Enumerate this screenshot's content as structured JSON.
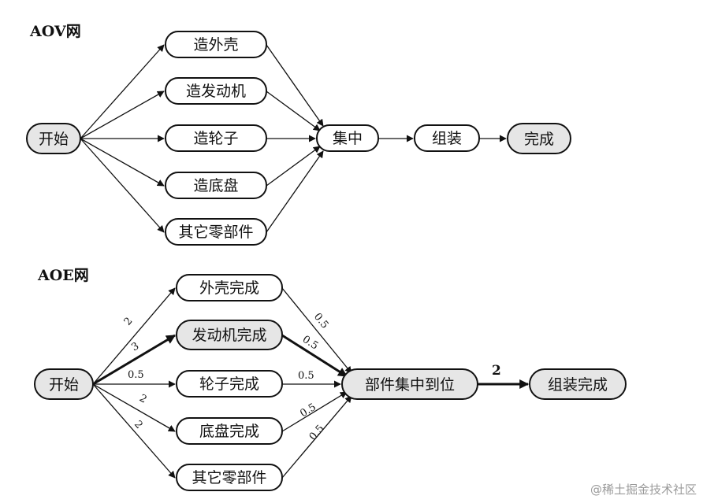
{
  "aov": {
    "title": "AOV网",
    "nodes": {
      "start": "开始",
      "shell": "造外壳",
      "engine": "造发动机",
      "wheel": "造轮子",
      "chassis": "造底盘",
      "parts": "其它零部件",
      "gather": "集中",
      "assemble": "组装",
      "done": "完成"
    }
  },
  "aoe": {
    "title": "AOE网",
    "nodes": {
      "start": "开始",
      "shell": "外壳完成",
      "engine": "发动机完成",
      "wheel": "轮子完成",
      "chassis": "底盘完成",
      "parts": "其它零部件",
      "gather": "部件集中到位",
      "done": "组装完成"
    },
    "weights": {
      "start_shell": "2",
      "start_engine": "3",
      "start_wheel": "0.5",
      "start_chassis": "2",
      "start_parts": "2",
      "shell_gather": "0.5",
      "engine_gather": "0.5",
      "wheel_gather": "0.5",
      "chassis_gather": "0.5",
      "parts_gather": "0.5",
      "gather_done": "2"
    }
  },
  "watermark": "@稀土掘金技术社区",
  "colors": {
    "shaded": "#e6e6e6",
    "plain": "#ffffff",
    "ink": "#111111"
  }
}
